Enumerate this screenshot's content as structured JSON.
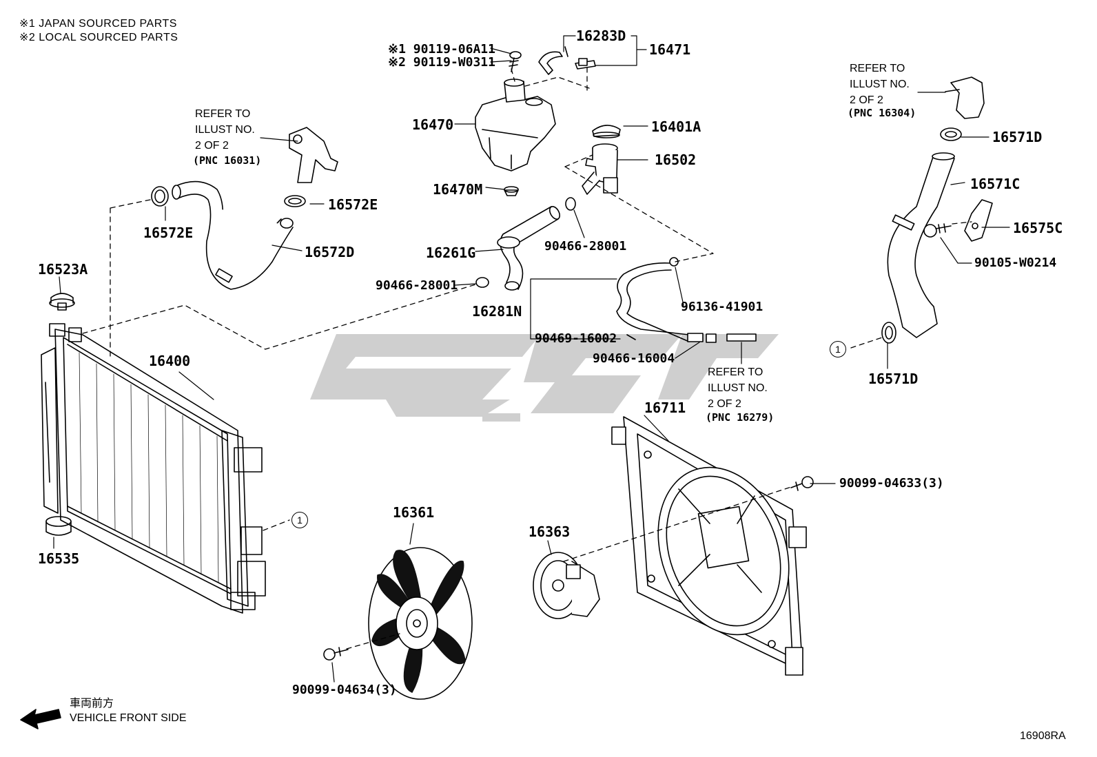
{
  "notes": {
    "line1": "※1  JAPAN SOURCED PARTS",
    "line2": "※2  LOCAL SOURCED PARTS"
  },
  "parts": {
    "p16400": "16400",
    "p16523A": "16523A",
    "p16535": "16535",
    "p16572E_left": "16572E",
    "p16572E_right": "16572E",
    "p16572D": "16572D",
    "p16470": "16470",
    "p16470M": "16470M",
    "p16283D": "16283D",
    "p16471": "16471",
    "p16401A": "16401A",
    "p16502": "16502",
    "p16261G": "16261G",
    "p90466_28001_a": "90466-28001",
    "p90466_28001_b": "90466-28001",
    "p16281N": "16281N",
    "p96136_41901": "96136-41901",
    "p90469_16002": "90469-16002",
    "p90466_16004": "90466-16004",
    "p16571D_upper": "16571D",
    "p16571C": "16571C",
    "p16575C": "16575C",
    "p90105_W0214": "90105-W0214",
    "p16571D_lower": "16571D",
    "p16711": "16711",
    "p90099_04633": "90099-04633(3)",
    "p16361": "16361",
    "p16363": "16363",
    "p90099_04634": "90099-04634(3)",
    "screw_japan": "※1 90119-06A11",
    "screw_local": "※2 90119-W0311"
  },
  "refs": {
    "ref_16031": {
      "l1": "REFER TO",
      "l2": "ILLUST NO.",
      "l3": "2 OF 2",
      "l4": "(PNC 16031)"
    },
    "ref_16304": {
      "l1": "REFER TO",
      "l2": "ILLUST NO.",
      "l3": "2 OF 2",
      "l4": "(PNC 16304)"
    },
    "ref_16279": {
      "l1": "REFER TO",
      "l2": "ILLUST NO.",
      "l3": "2 OF 2",
      "l4": "(PNC 16279)"
    }
  },
  "circle_marker": "1",
  "front_label_jp": "車両前方",
  "front_label_en": "VEHICLE FRONT SIDE",
  "diagram_code": "16908RA"
}
